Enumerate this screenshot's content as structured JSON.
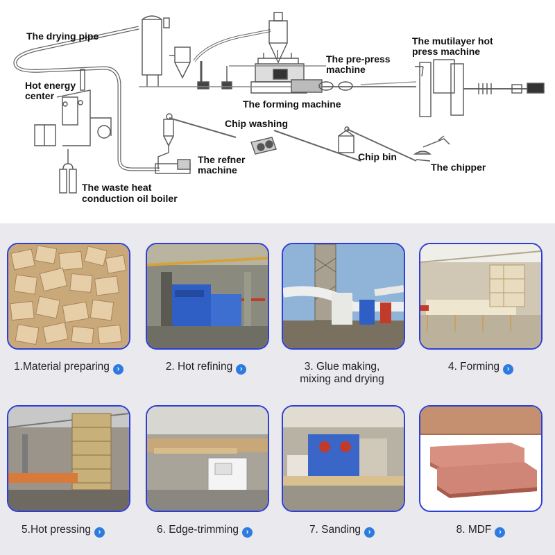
{
  "diagram": {
    "labels": {
      "drying_pipe": "The drying pipe",
      "hot_energy_1": "Hot energy",
      "hot_energy_2": "center",
      "pre_press_1": "The pre-press",
      "pre_press_2": "machine",
      "hot_press_1": "The mutilayer hot",
      "hot_press_2": "press machine",
      "forming": "The forming machine",
      "chip_washing": "Chip washing",
      "refiner_1": "The refner",
      "refiner_2": "machine",
      "chip_bin": "Chip bin",
      "chipper": "The chipper",
      "boiler_1": "The waste heat",
      "boiler_2": "conduction oil boiler"
    }
  },
  "steps": [
    {
      "label": "1.Material preparing",
      "icon": "chevron-right-icon"
    },
    {
      "label": "2. Hot refining",
      "icon": "chevron-right-icon"
    },
    {
      "label_line1": "3. Glue making,",
      "label_line2": "mixing and drying",
      "icon": "chevron-right-icon"
    },
    {
      "label": "4. Forming",
      "icon": "chevron-right-icon"
    },
    {
      "label": "5.Hot pressing",
      "icon": "chevron-right-icon"
    },
    {
      "label": "6. Edge-trimming",
      "icon": "chevron-right-icon"
    },
    {
      "label": "7. Sanding",
      "icon": "chevron-right-icon"
    },
    {
      "label": "8. MDF",
      "icon": "chevron-right-icon"
    }
  ],
  "colors": {
    "card_border": "#2e3fd8",
    "arrow": "#2e7be0",
    "panel_bg": "#e9e9ee"
  }
}
